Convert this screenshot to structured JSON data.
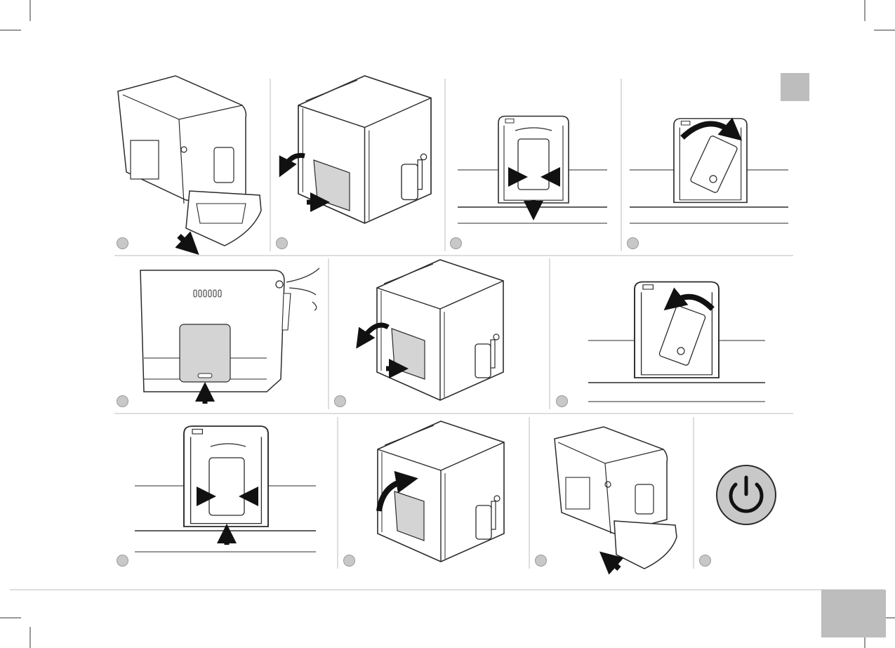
{
  "manual": {
    "section_marker": "",
    "page_number": "",
    "power_icon": "power-icon",
    "steps": [
      {
        "id": 1,
        "action": "pull-drip-tray-out",
        "arrow": "down-right"
      },
      {
        "id": 2,
        "action": "open-side-door",
        "arrow": "curved-left"
      },
      {
        "id": 3,
        "action": "press-release-buttons-remove-unit",
        "arrow": "down"
      },
      {
        "id": 4,
        "action": "rotate-brew-unit",
        "arrow": "curved-right"
      },
      {
        "id": 5,
        "action": "press-power-push-panel",
        "arrow": "up"
      },
      {
        "id": 6,
        "action": "open-side-door",
        "arrow": "curved-left"
      },
      {
        "id": 7,
        "action": "rotate-brew-unit",
        "arrow": "curved-left"
      },
      {
        "id": 8,
        "action": "insert-unit-press-buttons",
        "arrow": "up"
      },
      {
        "id": 9,
        "action": "close-side-door",
        "arrow": "curved-right"
      },
      {
        "id": 10,
        "action": "push-drip-tray-in",
        "arrow": "up-left"
      },
      {
        "id": 11,
        "action": "switch-on",
        "arrow": ""
      }
    ]
  },
  "colors": {
    "line": "#2b2b2b",
    "badge": "#c8c8c8",
    "tab": "#bdbdbd",
    "panel": "#d4d4d4",
    "divider": "#bcbcbc"
  }
}
